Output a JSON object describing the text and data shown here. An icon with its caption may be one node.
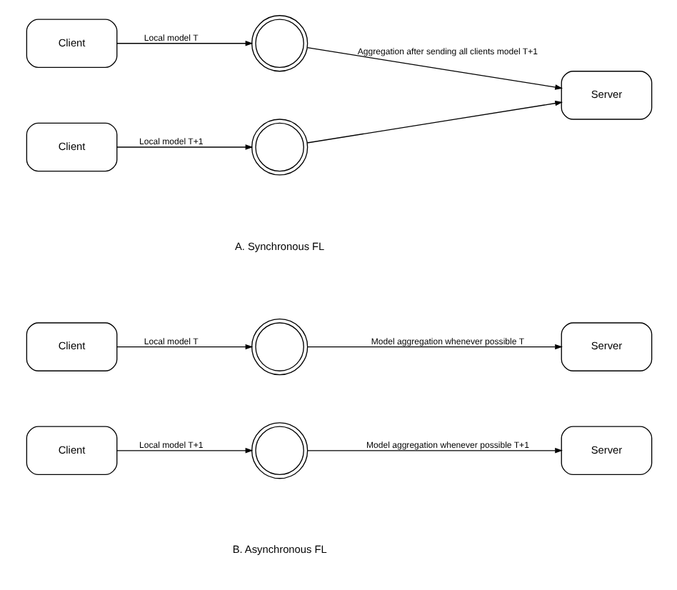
{
  "diagram": {
    "nodes": [
      {
        "text": [
          "Client"
        ]
      },
      {
        "text": [
          "Client"
        ]
      },
      {
        "text": [],
        "shape": "network"
      },
      {
        "text": [],
        "shape": "network"
      },
      {
        "text": [
          "Server"
        ]
      },
      {
        "text": [
          "Client"
        ]
      },
      {
        "text": [
          "Client"
        ]
      },
      {
        "text": [],
        "shape": "network"
      },
      {
        "text": [],
        "shape": "network"
      },
      {
        "text": [
          "Server"
        ]
      },
      {
        "text": [
          "Server"
        ]
      }
    ],
    "edges": [
      {
        "from": 0,
        "to": 2,
        "arrow": "to",
        "label": "Local model T"
      },
      {
        "from": 1,
        "to": 3,
        "arrow": "to",
        "label": "Local model T+1"
      },
      {
        "from": 2,
        "to": 4,
        "arrow": "to",
        "label": "Aggregation after sending all clients model T+1"
      },
      {
        "from": 3,
        "to": 4,
        "arrow": "to"
      },
      {
        "from": 5,
        "to": 7,
        "arrow": "to",
        "label": "Local model T"
      },
      {
        "from": 7,
        "to": 9,
        "arrow": "to",
        "label": "Model aggregation whenever possible T"
      },
      {
        "from": 6,
        "to": 8,
        "arrow": "to",
        "label": "Local model T+1"
      },
      {
        "from": 8,
        "to": 10,
        "arrow": "to",
        "label": "Model aggregation whenever possible T+1"
      }
    ],
    "labels": [
      "A. Synchronous FL",
      "B. Asynchronous FL"
    ]
  }
}
